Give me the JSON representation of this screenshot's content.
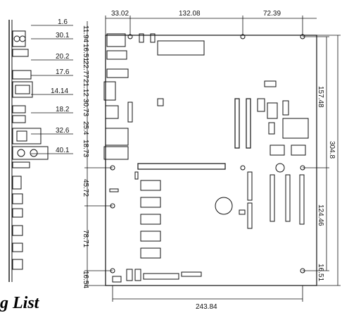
{
  "caption": "g List",
  "side_view": {
    "labels": [
      "1.6",
      "30.1",
      "20.2",
      "17.6",
      "14.14",
      "18.2",
      "32.6",
      "40.1"
    ]
  },
  "board": {
    "top_dims": [
      "33.02",
      "132.08",
      "72.39"
    ],
    "left_vertical_dims": [
      "11.94",
      "16.51",
      "22.77",
      "21.12",
      "30.73",
      "25.4",
      "18.73"
    ],
    "lower_left_dims": [
      "45.72",
      "78.71",
      "16.54"
    ],
    "right_inner_dims": [
      "157.48",
      "124.46",
      "16.51"
    ],
    "right_outer_dim": "304.8",
    "bottom_dim": "243.84"
  }
}
